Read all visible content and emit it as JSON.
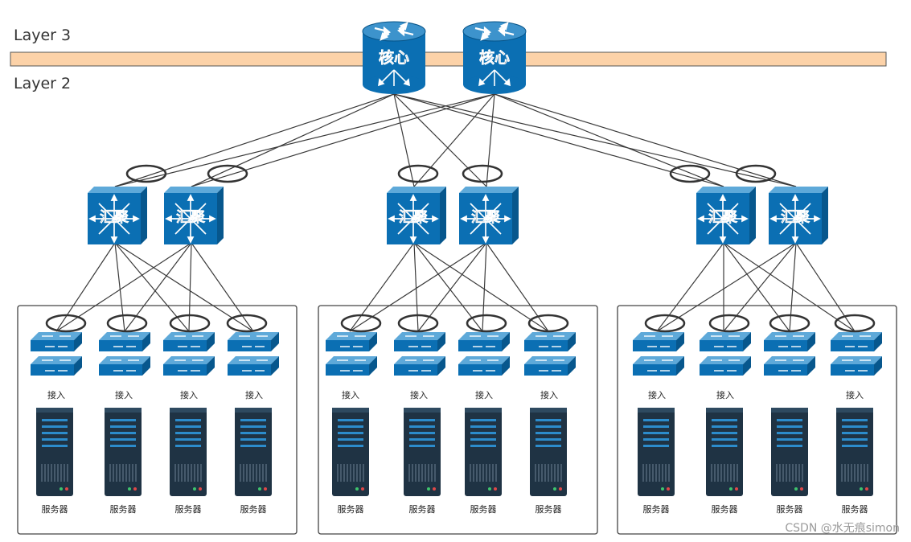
{
  "layers": {
    "l3": "Layer 3",
    "l2": "Layer 2"
  },
  "core": {
    "label": "核心"
  },
  "aggregation": {
    "label": "汇聚"
  },
  "access": {
    "label": "接入"
  },
  "server": {
    "label": "服务器"
  },
  "watermark": "CSDN @水无痕simon",
  "colors": {
    "device_blue": "#0b6fb3",
    "device_dark": "#075488",
    "band_fill": "#fcd2a8",
    "server_body": "#1f3344",
    "link": "#3a3a3a"
  }
}
